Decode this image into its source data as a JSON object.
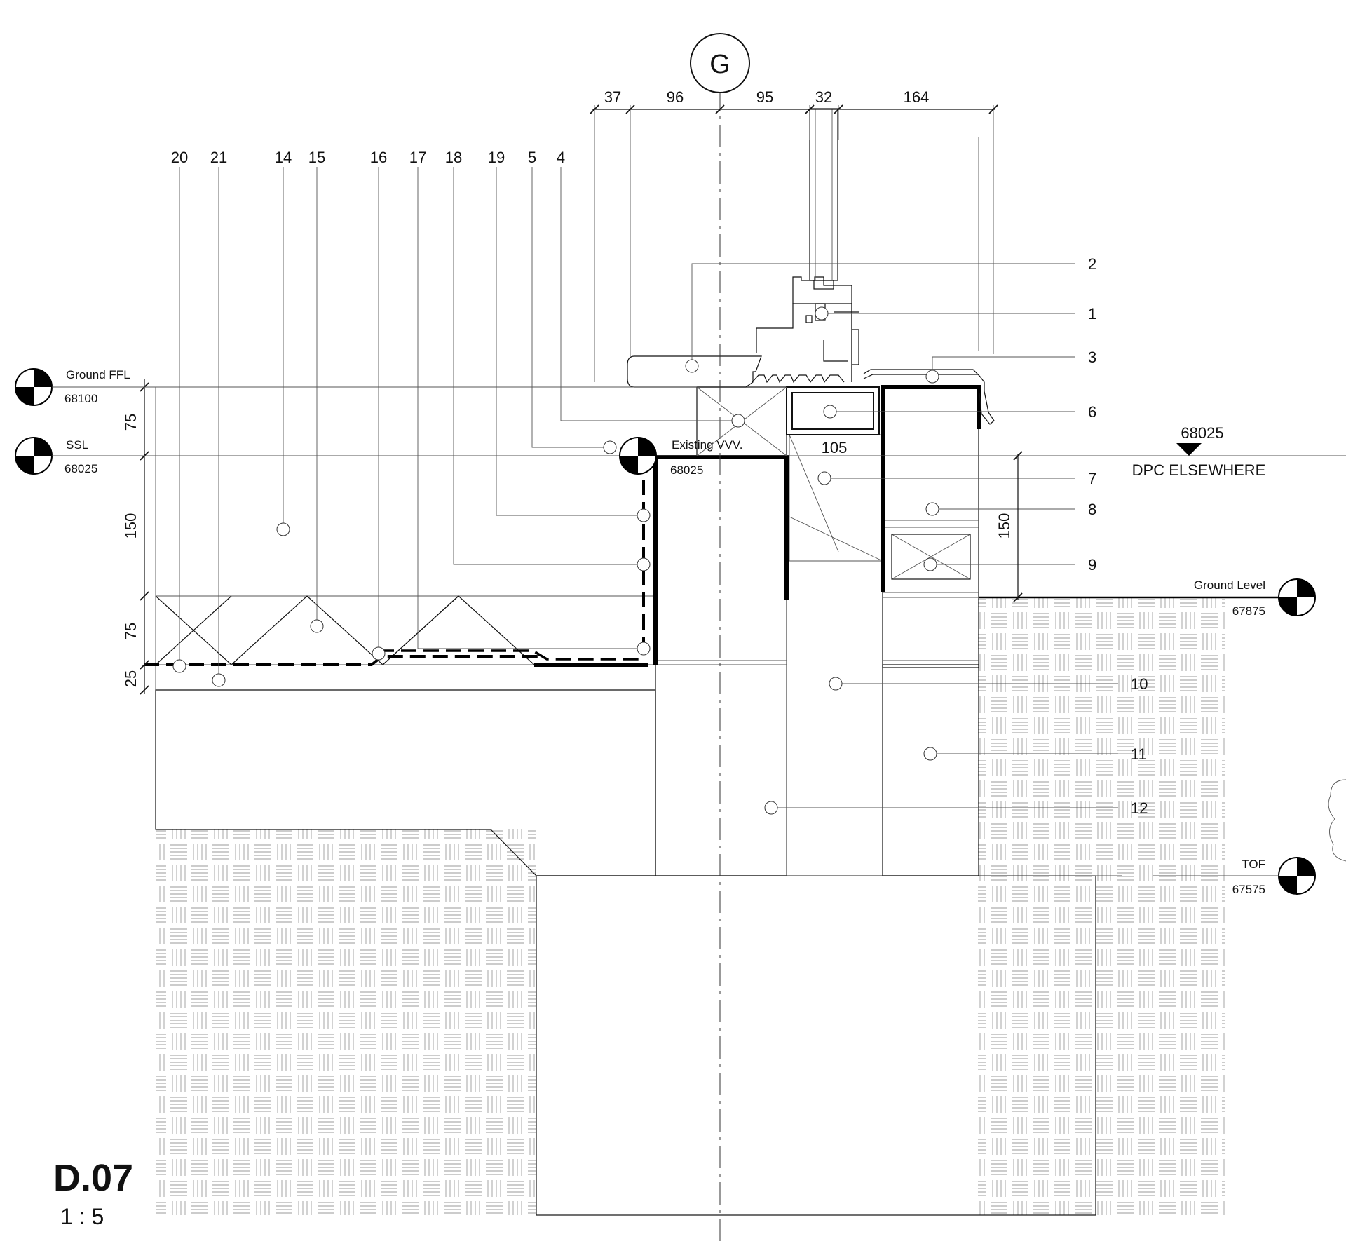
{
  "grid_marker": {
    "label": "G"
  },
  "dimensions_top": [
    "37",
    "96",
    "95",
    "32",
    "164"
  ],
  "callouts_top": [
    "20",
    "21",
    "14",
    "15",
    "16",
    "17",
    "18",
    "19",
    "5",
    "4"
  ],
  "callouts_right": [
    "2",
    "1",
    "3",
    "6",
    "7",
    "8",
    "9",
    "10",
    "11",
    "12"
  ],
  "levels": {
    "ground_ffl": {
      "label": "Ground FFL",
      "value": "68100"
    },
    "ssl": {
      "label": "SSL",
      "value": "68025"
    },
    "ground_level": {
      "label": "Ground Level",
      "value": "67875"
    },
    "tof": {
      "label": "TOF",
      "value": "67575"
    },
    "existing_vvv": {
      "label": "Existing VVV.",
      "value": "68025"
    },
    "dpc": {
      "value": "68025",
      "label": "DPC ELSEWHERE"
    }
  },
  "dimensions_left": [
    "75",
    "150",
    "75",
    "25"
  ],
  "dimension_inner": "105",
  "dimension_right": "150",
  "title": {
    "code": "D.07",
    "scale": "1 : 5"
  }
}
